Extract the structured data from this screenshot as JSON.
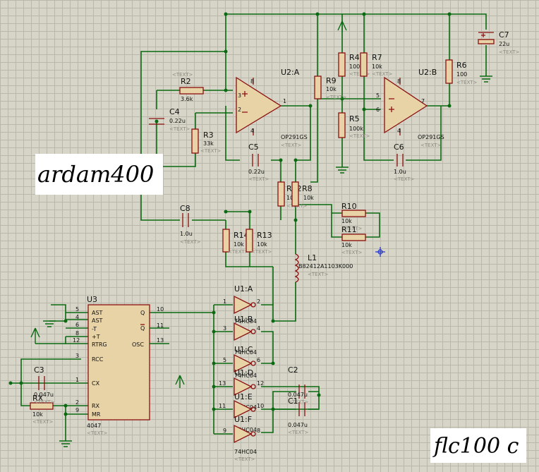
{
  "labels": {
    "top_left": "ardam400",
    "bottom_right": "flc100 c"
  },
  "text_placeholder": "<TEXT>",
  "components": {
    "U2A": {
      "ref": "U2:A",
      "part": "OP291GS"
    },
    "U2B": {
      "ref": "U2:B",
      "part": "OP291GS"
    },
    "U3": {
      "ref": "U3",
      "part": "4047"
    },
    "R2": {
      "ref": "R2",
      "value": "3.6k"
    },
    "R3": {
      "ref": "R3",
      "value": "33k"
    },
    "R4": {
      "ref": "R4",
      "value": "100k"
    },
    "R5": {
      "ref": "R5",
      "value": "100k"
    },
    "R6": {
      "ref": "R6",
      "value": "100"
    },
    "R7": {
      "ref": "R7",
      "value": "10k"
    },
    "R8": {
      "ref": "R8",
      "value": "10k"
    },
    "R9": {
      "ref": "R9",
      "value": "10k"
    },
    "R10": {
      "ref": "R10",
      "value": "10k"
    },
    "R11": {
      "ref": "R11",
      "value": "10k"
    },
    "R12": {
      "ref": "R12",
      "value": "100"
    },
    "R13": {
      "ref": "R13",
      "value": "10k"
    },
    "R14": {
      "ref": "R14",
      "value": "10k"
    },
    "RX": {
      "ref": "RX",
      "value": "10k"
    },
    "C2": {
      "ref": "C2",
      "value": "0.047u"
    },
    "C3": {
      "ref": "C3",
      "value": "0.047u"
    },
    "C4": {
      "ref": "C4",
      "value": "0.22u"
    },
    "C5": {
      "ref": "C5",
      "value": "0.22u"
    },
    "C6": {
      "ref": "C6",
      "value": "1.0u"
    },
    "C7": {
      "ref": "C7",
      "value": "22u"
    },
    "C8": {
      "ref": "C8",
      "value": "1.0u"
    },
    "C9": {
      "ref": "C1",
      "value": "0.047u"
    },
    "L1": {
      "ref": "L1",
      "value": "B82412A1103K000"
    },
    "U1A": {
      "ref": "U1:A",
      "part": "74HC04"
    },
    "U1B": {
      "ref": "U1:B",
      "part": "74HC04"
    },
    "U1C": {
      "ref": "U1:C",
      "part": "74HC04"
    },
    "U1D": {
      "ref": "U1:D",
      "part": "74HC04"
    },
    "U1E": {
      "ref": "U1:E",
      "part": "74HC04"
    },
    "U1F": {
      "ref": "U1:F",
      "part": "74HC04"
    }
  },
  "u3_pins": {
    "AST": "AST",
    "ASTN": "AST",
    "MT": "-T",
    "PT": "+T",
    "RTRG": "RTRG",
    "RCC": "RCC",
    "CX": "CX",
    "RX": "RX",
    "MR": "MR",
    "Q": "Q",
    "QN": "Q",
    "OSC": "OSC",
    "n5": "5",
    "n4": "4",
    "n6": "6",
    "n8": "8",
    "n12": "12",
    "n3": "3",
    "n1": "1",
    "n2": "2",
    "n9": "9",
    "n10": "10",
    "n11": "11",
    "n13": "13"
  },
  "opamp_pins": {
    "a3": "3",
    "a2": "2",
    "a1": "1",
    "a8": "8",
    "a4": "4",
    "b5": "5",
    "b6": "6",
    "b7": "7",
    "b8": "8",
    "b4": "4"
  },
  "inv_pins": [
    "1",
    "2",
    "3",
    "4",
    "5",
    "6",
    "13",
    "12",
    "11",
    "10",
    "9",
    "8"
  ]
}
